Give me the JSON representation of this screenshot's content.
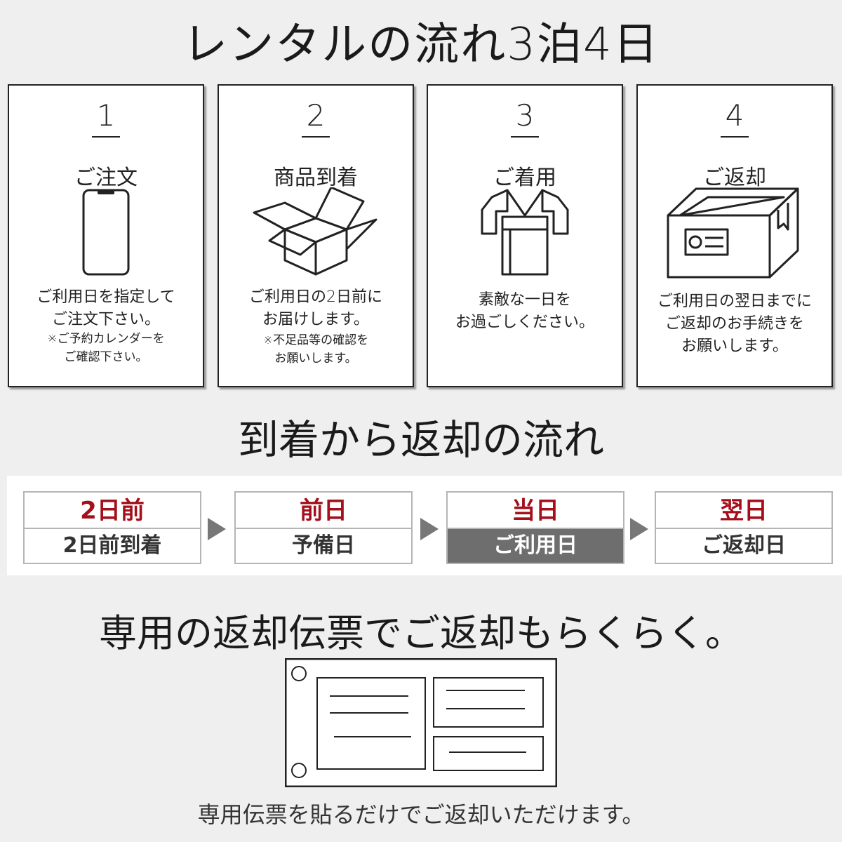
{
  "header": {
    "title": "レンタルの流れ3泊4日"
  },
  "steps": [
    {
      "num": "1",
      "title": "ご注文",
      "icon": "smartphone-icon",
      "desc": [
        "ご利用日を指定して",
        "ご注文下さい。"
      ],
      "note": [
        "※ご予約カレンダーを",
        "ご確認下さい。"
      ]
    },
    {
      "num": "2",
      "title": "商品到着",
      "icon": "open-box-icon",
      "desc": [
        "ご利用日の2日前に",
        "お届けします。"
      ],
      "note": [
        "※不足品等の確認を",
        "お願いします。"
      ]
    },
    {
      "num": "3",
      "title": "ご着用",
      "icon": "kimono-icon",
      "desc": [
        "素敵な一日を",
        "お過ごしください。"
      ],
      "note": []
    },
    {
      "num": "4",
      "title": "ご返却",
      "icon": "shipping-box-icon",
      "desc": [
        "ご利用日の翌日までに",
        "ご返却のお手続きを",
        "お願いします。"
      ],
      "note": []
    }
  ],
  "flow": {
    "title": "到着から返却の流れ",
    "items": [
      {
        "top": "2日前",
        "bottom": "2日前到着",
        "active": false
      },
      {
        "top": "前日",
        "bottom": "予備日",
        "active": false
      },
      {
        "top": "当日",
        "bottom": "ご利用日",
        "active": true
      },
      {
        "top": "翌日",
        "bottom": "ご返却日",
        "active": false
      }
    ],
    "accent_color": "#a3101c"
  },
  "slip": {
    "title": "専用の返却伝票でご返却もらくらく。",
    "icon": "return-slip-icon",
    "caption": "専用伝票を貼るだけでご返却いただけます。"
  }
}
